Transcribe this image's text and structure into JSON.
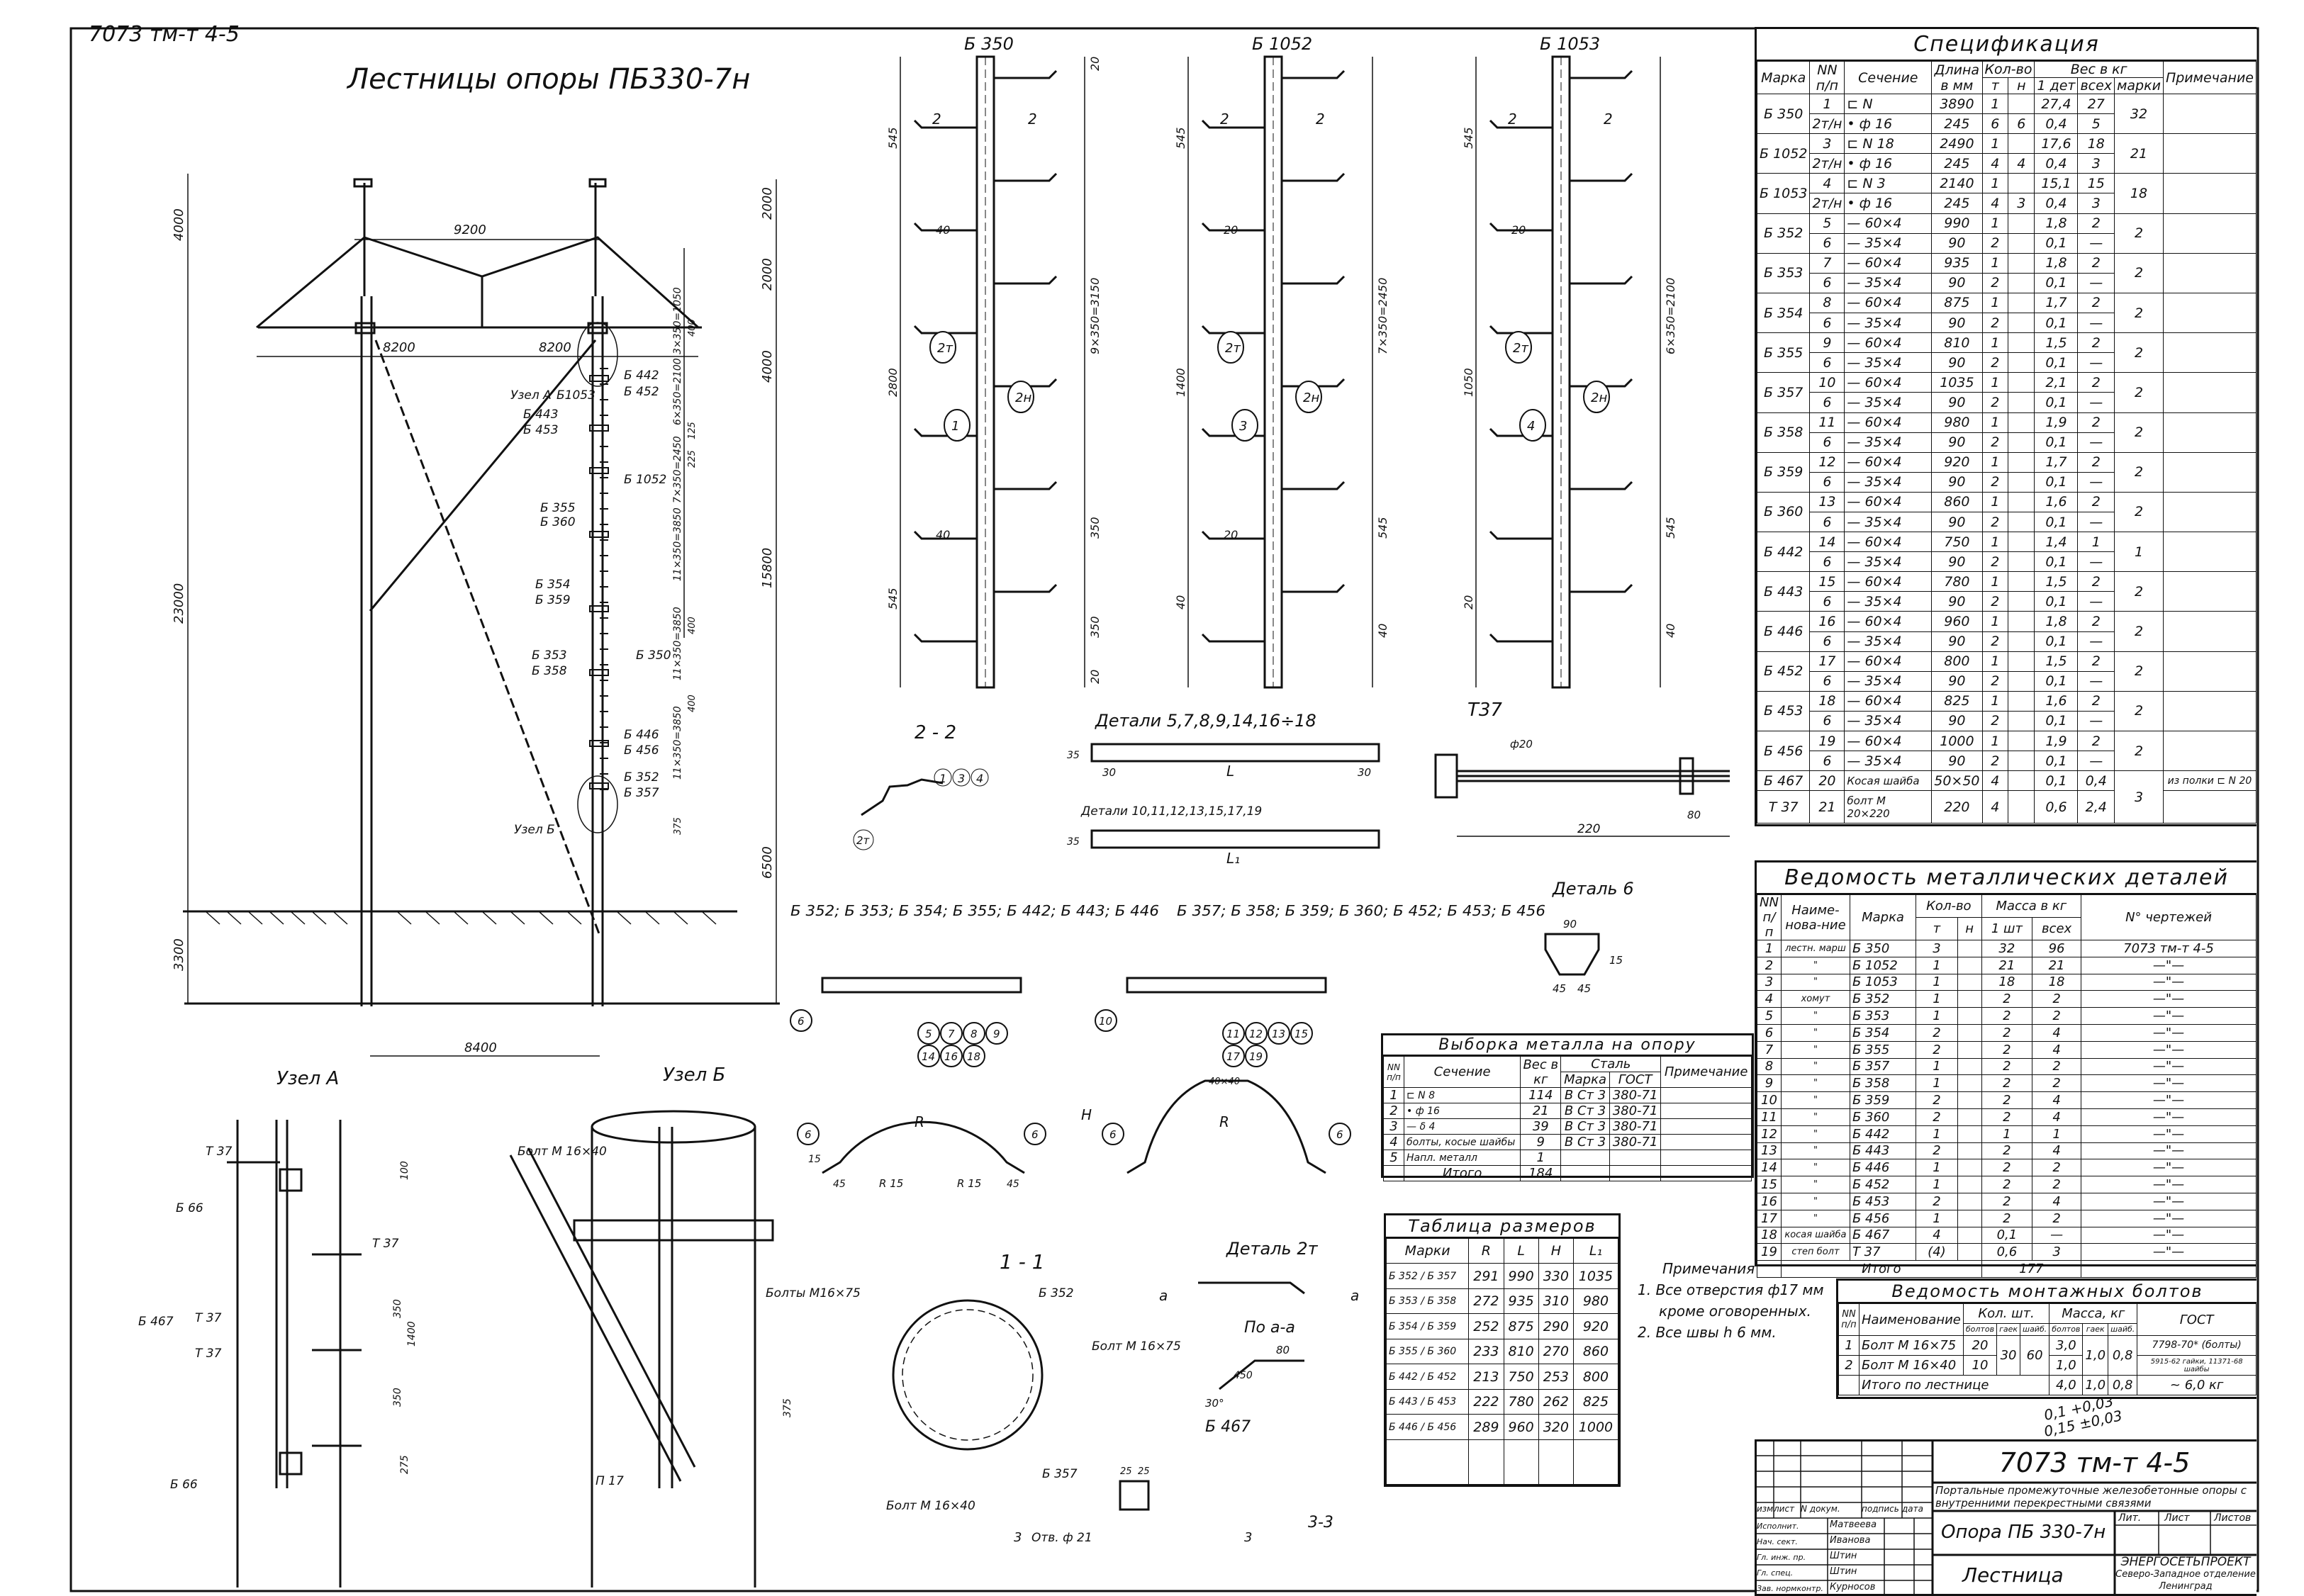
{
  "doc_code": "7073 тм-т 4-5",
  "main_view": {
    "title": "Лестницы опоры ПБ330-7н",
    "dims": {
      "top_span": "9200",
      "left_half": "8200",
      "right_half": "8200",
      "base_span": "8400",
      "h_4000_left": "4000",
      "h_23000": "23000",
      "h_3300": "3300",
      "r_2000a": "2000",
      "r_2000b": "2000",
      "r_4000": "4000",
      "r_15800": "15800",
      "r_6500": "6500",
      "s1": "3×350=1050",
      "s2": "6×350=2100",
      "s3": "7×350=2450",
      "s4": "11×350=3850",
      "s5": "11×350=3850",
      "s6": "11×350=3850",
      "d400a": "400",
      "d400b": "400",
      "d400c": "400",
      "d125": "125",
      "d225": "225",
      "d375": "375"
    },
    "labels": {
      "uzel_a": "Узел А",
      "b1053": "Б1053",
      "b442": "Б 442",
      "b452": "Б 452",
      "b443": "Б 443",
      "b453": "Б 453",
      "b1052": "Б 1052",
      "b355": "Б 355",
      "b360": "Б 360",
      "b354": "Б 354",
      "b359": "Б 359",
      "b353": "Б 353",
      "b358": "Б 358",
      "b350": "Б 350",
      "b446": "Б 446",
      "b456": "Б 456",
      "b352": "Б 352",
      "b357": "Б 357",
      "uzel_b": "Узел Б"
    }
  },
  "ladders": [
    {
      "title": "Б 350",
      "callouts": [
        "1",
        "2т",
        "2н"
      ],
      "dims": [
        "545",
        "9×350=3150",
        "2800",
        "350",
        "350",
        "545",
        "40",
        "40",
        "20",
        "20"
      ],
      "section": "2"
    },
    {
      "title": "Б 1052",
      "callouts": [
        "3",
        "2т",
        "2н"
      ],
      "dims": [
        "545",
        "7×350=2450",
        "1400",
        "545",
        "40",
        "40",
        "20",
        "20"
      ],
      "section": "2"
    },
    {
      "title": "Б 1053",
      "callouts": [
        "4",
        "2т",
        "2н"
      ],
      "dims": [
        "545",
        "6×350=2100",
        "1050",
        "545",
        "40",
        "20",
        "20"
      ],
      "section": "2"
    }
  ],
  "details": {
    "sec22": "2 - 2",
    "sec22_callouts": [
      "1",
      "3",
      "4",
      "2т"
    ],
    "bars_title": "Детали 5,7,8,9,14,16÷18",
    "bars_title2": "Детали 10,11,12,13,15,17,19",
    "bar_dims": [
      "30",
      "L",
      "30",
      "L₁",
      "35",
      "35"
    ],
    "t37": "Т37",
    "t37_dims": [
      "ф20",
      "80",
      "220"
    ],
    "detail6": "Деталь 6",
    "detail6_dims": [
      "90",
      "45",
      "45",
      "15"
    ],
    "clamp_group1": "Б 352; Б 353; Б 354; Б 355; Б 442; Б 443; Б 446",
    "clamp_group2": "Б 357; Б 358; Б 359; Б 360; Б 452; Б 453; Б 456",
    "clamp1_callouts": [
      "6",
      "5",
      "7",
      "8",
      "9",
      "14",
      "16",
      "18",
      "6",
      "6"
    ],
    "clamp2_callouts": [
      "10",
      "11",
      "12",
      "13",
      "15",
      "17",
      "19",
      "6",
      "6"
    ],
    "clamp_dims": [
      "R",
      "R 15",
      "R 15",
      "45",
      "45",
      "H",
      "15",
      "R",
      "40×40"
    ],
    "uzel_a": "Узел А",
    "uzel_a_labels": [
      "Т 37",
      "Б 66",
      "Т 37",
      "Б 467",
      "Т 37",
      "Т 37",
      "Б 66",
      "100",
      "350",
      "1400",
      "350",
      "275"
    ],
    "uzel_b": "Узел Б",
    "uzel_b_labels": [
      "Болт М 16×40",
      "Болты М16×75",
      "П 17",
      "375"
    ],
    "sec11": "1 - 1",
    "sec11_labels": [
      "Б 352",
      "Болт М 16×75",
      "Б 357",
      "Болт М 16×40"
    ],
    "detail2t": "Деталь 2т",
    "detail2t_labels": [
      "а",
      "а",
      "30"
    ],
    "po_aa": "По а-а",
    "po_aa_labels": [
      "80",
      "450",
      "30°"
    ],
    "b467": "Б 467",
    "b467_labels": [
      "25",
      "25",
      "Отв. ф 21",
      "3",
      "3"
    ],
    "sec33": "3-3"
  },
  "spec": {
    "title": "Спецификация",
    "headers": {
      "mark": "Марка",
      "no": "NN п/п",
      "section": "Сечение",
      "length": "Длина в мм",
      "qty": "Кол-во",
      "t": "т",
      "n": "н",
      "weight": "Вес в кг",
      "w1": "1 дет",
      "wall": "всех",
      "wmark": "марки",
      "note": "Примечание"
    },
    "groups": [
      {
        "mark": "Б 350",
        "total": "32",
        "rows": [
          [
            "1",
            "⊏ N",
            "3890",
            "1",
            "",
            "27,4",
            "27"
          ],
          [
            "2т/н",
            "• ф 16",
            "245",
            "6",
            "6",
            "0,4",
            "5"
          ]
        ]
      },
      {
        "mark": "Б 1052",
        "total": "21",
        "rows": [
          [
            "3",
            "⊏ N 18",
            "2490",
            "1",
            "",
            "17,6",
            "18"
          ],
          [
            "2т/н",
            "• ф 16",
            "245",
            "4",
            "4",
            "0,4",
            "3"
          ]
        ]
      },
      {
        "mark": "Б 1053",
        "total": "18",
        "rows": [
          [
            "4",
            "⊏ N 3",
            "2140",
            "1",
            "",
            "15,1",
            "15"
          ],
          [
            "2т/н",
            "• ф 16",
            "245",
            "4",
            "3",
            "0,4",
            "3"
          ]
        ]
      },
      {
        "mark": "Б 352",
        "total": "2",
        "rows": [
          [
            "5",
            "— 60×4",
            "990",
            "1",
            "",
            "1,8",
            "2"
          ],
          [
            "6",
            "— 35×4",
            "90",
            "2",
            "",
            "0,1",
            "—"
          ]
        ]
      },
      {
        "mark": "Б 353",
        "total": "2",
        "rows": [
          [
            "7",
            "— 60×4",
            "935",
            "1",
            "",
            "1,8",
            "2"
          ],
          [
            "6",
            "— 35×4",
            "90",
            "2",
            "",
            "0,1",
            "—"
          ]
        ]
      },
      {
        "mark": "Б 354",
        "total": "2",
        "rows": [
          [
            "8",
            "— 60×4",
            "875",
            "1",
            "",
            "1,7",
            "2"
          ],
          [
            "6",
            "— 35×4",
            "90",
            "2",
            "",
            "0,1",
            "—"
          ]
        ]
      },
      {
        "mark": "Б 355",
        "total": "2",
        "rows": [
          [
            "9",
            "— 60×4",
            "810",
            "1",
            "",
            "1,5",
            "2"
          ],
          [
            "6",
            "— 35×4",
            "90",
            "2",
            "",
            "0,1",
            "—"
          ]
        ]
      },
      {
        "mark": "Б 357",
        "total": "2",
        "rows": [
          [
            "10",
            "— 60×4",
            "1035",
            "1",
            "",
            "2,1",
            "2"
          ],
          [
            "6",
            "— 35×4",
            "90",
            "2",
            "",
            "0,1",
            "—"
          ]
        ]
      },
      {
        "mark": "Б 358",
        "total": "2",
        "rows": [
          [
            "11",
            "— 60×4",
            "980",
            "1",
            "",
            "1,9",
            "2"
          ],
          [
            "6",
            "— 35×4",
            "90",
            "2",
            "",
            "0,1",
            "—"
          ]
        ]
      },
      {
        "mark": "Б 359",
        "total": "2",
        "rows": [
          [
            "12",
            "— 60×4",
            "920",
            "1",
            "",
            "1,7",
            "2"
          ],
          [
            "6",
            "— 35×4",
            "90",
            "2",
            "",
            "0,1",
            "—"
          ]
        ]
      },
      {
        "mark": "Б 360",
        "total": "2",
        "rows": [
          [
            "13",
            "— 60×4",
            "860",
            "1",
            "",
            "1,6",
            "2"
          ],
          [
            "6",
            "— 35×4",
            "90",
            "2",
            "",
            "0,1",
            "—"
          ]
        ]
      },
      {
        "mark": "Б 442",
        "total": "1",
        "rows": [
          [
            "14",
            "— 60×4",
            "750",
            "1",
            "",
            "1,4",
            "1"
          ],
          [
            "6",
            "— 35×4",
            "90",
            "2",
            "",
            "0,1",
            "—"
          ]
        ]
      },
      {
        "mark": "Б 443",
        "total": "2",
        "rows": [
          [
            "15",
            "— 60×4",
            "780",
            "1",
            "",
            "1,5",
            "2"
          ],
          [
            "6",
            "— 35×4",
            "90",
            "2",
            "",
            "0,1",
            "—"
          ]
        ]
      },
      {
        "mark": "Б 446",
        "total": "2",
        "rows": [
          [
            "16",
            "— 60×4",
            "960",
            "1",
            "",
            "1,8",
            "2"
          ],
          [
            "6",
            "— 35×4",
            "90",
            "2",
            "",
            "0,1",
            "—"
          ]
        ]
      },
      {
        "mark": "Б 452",
        "total": "2",
        "rows": [
          [
            "17",
            "— 60×4",
            "800",
            "1",
            "",
            "1,5",
            "2"
          ],
          [
            "6",
            "— 35×4",
            "90",
            "2",
            "",
            "0,1",
            "—"
          ]
        ]
      },
      {
        "mark": "Б 453",
        "total": "2",
        "rows": [
          [
            "18",
            "— 60×4",
            "825",
            "1",
            "",
            "1,6",
            "2"
          ],
          [
            "6",
            "— 35×4",
            "90",
            "2",
            "",
            "0,1",
            "—"
          ]
        ]
      },
      {
        "mark": "Б 456",
        "total": "2",
        "rows": [
          [
            "19",
            "— 60×4",
            "1000",
            "1",
            "",
            "1,9",
            "2"
          ],
          [
            "6",
            "— 35×4",
            "90",
            "2",
            "",
            "0,1",
            "—"
          ]
        ]
      }
    ],
    "tail": {
      "total": "3",
      "rows": [
        {
          "mark": "Б 467",
          "cells": [
            "20",
            "Косая шайба",
            "50×50",
            "4",
            "",
            "0,1",
            "0,4"
          ],
          "note": "из полки ⊏ N 20"
        },
        {
          "mark": "Т 37",
          "cells": [
            "21",
            "болт М 20×220",
            "220",
            "4",
            "",
            "0,6",
            "2,4"
          ],
          "note": ""
        }
      ]
    }
  },
  "metal_parts": {
    "title": "Ведомость металлических деталей",
    "headers": {
      "no": "NN п/п",
      "name": "Наиме-нова-ние",
      "mark": "Марка",
      "qty": "Кол-во",
      "t": "т",
      "n": "н",
      "mass": "Масса в кг",
      "m1": "1 шт",
      "mall": "всех",
      "drawing": "N° чертежей"
    },
    "rows": [
      [
        "1",
        "лестн. марш",
        "Б 350",
        "3",
        "",
        "32",
        "96",
        "7073 тм-т 4-5"
      ],
      [
        "2",
        "\"",
        "Б 1052",
        "1",
        "",
        "21",
        "21",
        "—\"—"
      ],
      [
        "3",
        "\"",
        "Б 1053",
        "1",
        "",
        "18",
        "18",
        "—\"—"
      ],
      [
        "4",
        "хомут",
        "Б 352",
        "1",
        "",
        "2",
        "2",
        "—\"—"
      ],
      [
        "5",
        "\"",
        "Б 353",
        "1",
        "",
        "2",
        "2",
        "—\"—"
      ],
      [
        "6",
        "\"",
        "Б 354",
        "2",
        "",
        "2",
        "4",
        "—\"—"
      ],
      [
        "7",
        "\"",
        "Б 355",
        "2",
        "",
        "2",
        "4",
        "—\"—"
      ],
      [
        "8",
        "\"",
        "Б 357",
        "1",
        "",
        "2",
        "2",
        "—\"—"
      ],
      [
        "9",
        "\"",
        "Б 358",
        "1",
        "",
        "2",
        "2",
        "—\"—"
      ],
      [
        "10",
        "\"",
        "Б 359",
        "2",
        "",
        "2",
        "4",
        "—\"—"
      ],
      [
        "11",
        "\"",
        "Б 360",
        "2",
        "",
        "2",
        "4",
        "—\"—"
      ],
      [
        "12",
        "\"",
        "Б 442",
        "1",
        "",
        "1",
        "1",
        "—\"—"
      ],
      [
        "13",
        "\"",
        "Б 443",
        "2",
        "",
        "2",
        "4",
        "—\"—"
      ],
      [
        "14",
        "\"",
        "Б 446",
        "1",
        "",
        "2",
        "2",
        "—\"—"
      ],
      [
        "15",
        "\"",
        "Б 452",
        "1",
        "",
        "2",
        "2",
        "—\"—"
      ],
      [
        "16",
        "\"",
        "Б 453",
        "2",
        "",
        "2",
        "4",
        "—\"—"
      ],
      [
        "17",
        "\"",
        "Б 456",
        "1",
        "",
        "2",
        "2",
        "—\"—"
      ],
      [
        "18",
        "косая шайба",
        "Б 467",
        "4",
        "",
        "0,1",
        "—",
        "—\"—"
      ],
      [
        "19",
        "степ болт",
        "Т 37",
        "(4)",
        "",
        "0,6",
        "3",
        "—\"—"
      ]
    ],
    "total_label": "Итого",
    "total": "177"
  },
  "bolts": {
    "title": "Ведомость монтажных болтов",
    "headers": {
      "no": "NN п/п",
      "name": "Наименование",
      "qty": "Кол. шт.",
      "mass": "Масса, кг",
      "bolt": "болтов",
      "nut": "гаек",
      "washer": "шайб.",
      "gost": "ГОСТ"
    },
    "rows": [
      [
        "1",
        "Болт М 16×75",
        "20",
        "3,0",
        "7798-70* (болты)"
      ],
      [
        "2",
        "Болт М 16×40",
        "10",
        "1,0",
        "5915-62 гайки, 11371-68 шайбы"
      ]
    ],
    "shared": {
      "nuts_qty": "30",
      "washers_qty": "60",
      "nuts_mass": "1,0",
      "washers_mass": "0,8"
    },
    "total_label": "Итого по лестнице",
    "total": [
      "4,0",
      "1,0",
      "0,8",
      "~ 6,0 кг"
    ]
  },
  "metal_selection": {
    "title": "Выборка металла на опору",
    "headers": {
      "no": "NN п/п",
      "section": "Сечение",
      "weight": "Вес в кг",
      "steel": "Сталь",
      "grade": "Марка",
      "gost": "ГОСТ",
      "note": "Примечание"
    },
    "rows": [
      [
        "1",
        "⊏ N 8",
        "114",
        "В Ст 3",
        "380-71"
      ],
      [
        "2",
        "• ф 16",
        "21",
        "В Ст 3",
        "380-71"
      ],
      [
        "3",
        "— δ 4",
        "39",
        "В Ст 3",
        "380-71"
      ],
      [
        "4",
        "болты, косые шайбы",
        "9",
        "В Ст 3",
        "380-71"
      ],
      [
        "5",
        "Напл. металл",
        "1",
        "",
        ""
      ]
    ],
    "total_label": "Итого",
    "total": "184"
  },
  "sizes": {
    "title": "Таблица размеров",
    "headers": [
      "Марки",
      "R",
      "L",
      "H",
      "L₁"
    ],
    "rows": [
      [
        "Б 352 / Б 357",
        "291",
        "990",
        "330",
        "1035"
      ],
      [
        "Б 353 / Б 358",
        "272",
        "935",
        "310",
        "980"
      ],
      [
        "Б 354 / Б 359",
        "252",
        "875",
        "290",
        "920"
      ],
      [
        "Б 355 / Б 360",
        "233",
        "810",
        "270",
        "860"
      ],
      [
        "Б 442 / Б 452",
        "213",
        "750",
        "253",
        "800"
      ],
      [
        "Б 443 / Б 453",
        "222",
        "780",
        "262",
        "825"
      ],
      [
        "Б 446 / Б 456",
        "289",
        "960",
        "320",
        "1000"
      ]
    ]
  },
  "notes": {
    "title": "Примечания",
    "items": [
      "1. Все отверстия ф17 мм",
      "кроме оговоренных.",
      "2. Все швы h 6 мм."
    ]
  },
  "tolerance_note": [
    "0,1 +0,03",
    "0,15 ±0,03"
  ],
  "title_block": {
    "code": "7073 тм-т 4-5",
    "project": "Портальные промежуточные железобетонные опоры с внутренними перекрестными связями",
    "object": "Опора ПБ 330-7н",
    "sheet_name": "Лестница",
    "cols": [
      "изм.",
      "лист",
      "N докум.",
      "подпись",
      "дата"
    ],
    "staff": [
      [
        "Исполнит.",
        "Матвеева"
      ],
      [
        "Нач. сект.",
        "Иванова"
      ],
      [
        "Гл. инж. пр.",
        "Штин"
      ],
      [
        "Гл. спец.",
        "Штин"
      ],
      [
        "Зав. нормконтр.",
        "Курносов"
      ]
    ],
    "lit": "Лит.",
    "list": "Лист",
    "lists": "Листов",
    "org": [
      "ЭНЕРГОСЕТЬПРОЕКТ",
      "Северо-Западное отделение",
      "Ленинград"
    ]
  }
}
